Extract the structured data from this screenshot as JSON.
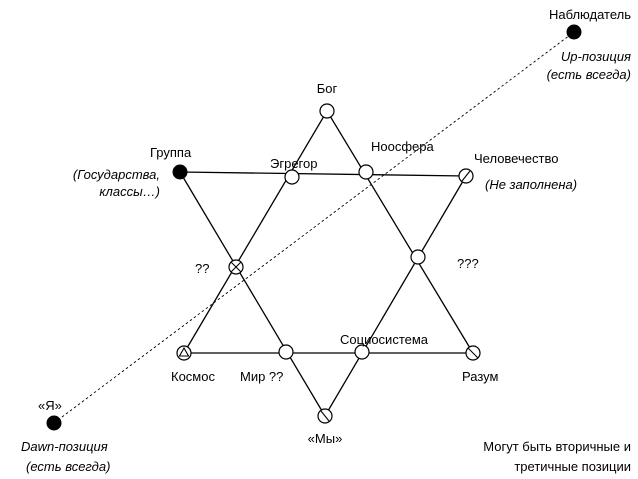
{
  "labels": {
    "observer": "Наблюдатель",
    "up_position": "Up-позиция",
    "up_note": "(есть всегда)",
    "god": "Бог",
    "group": "Группа",
    "noosphere": "Ноосфера",
    "egregor": "Эгрегор",
    "humanity": "Человечество",
    "group_note_1": "(Государства,",
    "group_note_2": "классы…)",
    "humanity_note": "(Не заполнена)",
    "q2": "??",
    "q3": "???",
    "sociosystem": "Социосистема",
    "cosmos": "Космос",
    "world": "Мир ??",
    "reason": "Разум",
    "i": "«Я»",
    "we": "«Мы»",
    "down_position": "Dawn-позиция",
    "down_note": "(есть всегда)",
    "secondary_1": "Могут быть вторичные и",
    "secondary_2": "третичные позиции"
  }
}
